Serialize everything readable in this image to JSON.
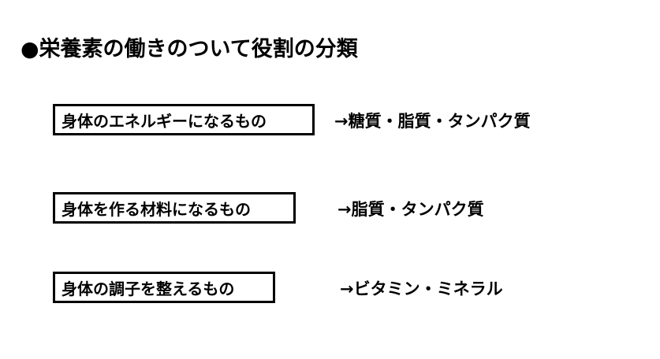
{
  "title": "●栄養素の働きのついて役割の分類",
  "rows": [
    {
      "label": "身体のエネルギーになるもの",
      "value": "→糖質・脂質・タンパク質"
    },
    {
      "label": "身体を作る材料になるもの",
      "value": "→脂質・タンパク質"
    },
    {
      "label": "身体の調子を整えるもの",
      "value": "→ビタミン・ミネラル"
    }
  ]
}
